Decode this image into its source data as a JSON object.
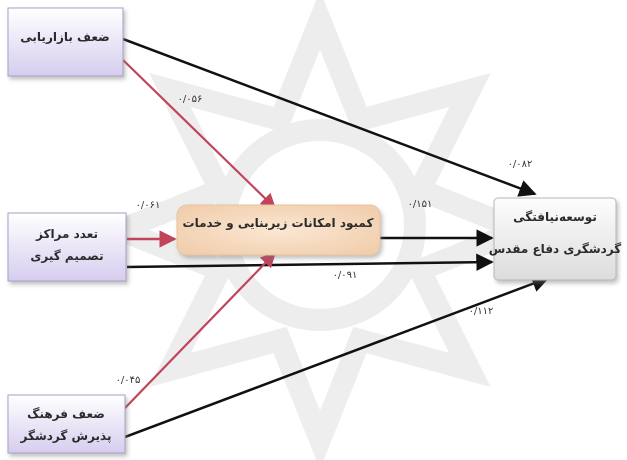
{
  "nodes": {
    "marketing_weakness": {
      "lines": [
        "ضعف بازاریابی"
      ]
    },
    "decision_centers": {
      "lines": [
        "تعدد مراکز",
        "تصمیم گیری"
      ]
    },
    "culture_weakness": {
      "lines": [
        "ضعف فرهنگ",
        "پذیرش گردشگر"
      ]
    },
    "infrastructure": {
      "lines": [
        "کمبود امکانات زیربنایی و خدمات"
      ]
    },
    "tourism_development": {
      "lines": [
        "توسعه‌نیافتگی",
        "گردشگری دفاع مقدس"
      ]
    }
  },
  "coefficients": {
    "marketing_to_infra": "۰/۰۵۶",
    "marketing_to_tourism": "۰/۰۸۲",
    "decision_to_infra": "۰/۰۶۱",
    "decision_to_tourism": "۰/۰۹۱",
    "infra_to_tourism": "۰/۱۵۱",
    "culture_to_infra": "۰/۰۴۵",
    "culture_to_tourism": "۰/۱۱۲"
  },
  "colors": {
    "red_arrow": "#c0455a",
    "black_arrow": "#111111",
    "left_box_fill_top": "#ffffff",
    "left_box_fill_bottom": "#d8d0ef",
    "center_box_fill": "#f6d9bf",
    "right_box_fill": "#e6e6e6",
    "watermark": "#ececec"
  }
}
